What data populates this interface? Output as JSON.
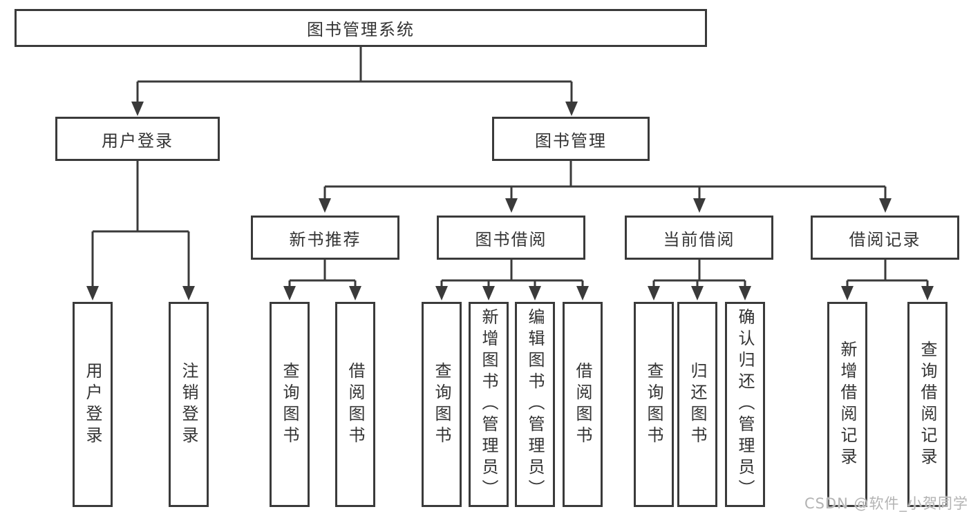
{
  "colors": {
    "background": "#ffffff",
    "line": "#3a3a3a",
    "box_border": "#3a3a3a",
    "text": "#333333",
    "watermark": "#b3b3b3"
  },
  "tree": {
    "root": {
      "label": "图书管理系统"
    },
    "branches": [
      {
        "label": "用户登录",
        "children": [
          {
            "label": "用户登录"
          },
          {
            "label": "注销登录"
          }
        ]
      },
      {
        "label": "图书管理",
        "children": [
          {
            "label": "新书推荐",
            "children": [
              {
                "label": "查询图书"
              },
              {
                "label": "借阅图书"
              }
            ]
          },
          {
            "label": "图书借阅",
            "children": [
              {
                "label": "查询图书"
              },
              {
                "label": "新增图书（管理员）"
              },
              {
                "label": "编辑图书（管理员）"
              },
              {
                "label": "借阅图书"
              }
            ]
          },
          {
            "label": "当前借阅",
            "children": [
              {
                "label": "查询图书"
              },
              {
                "label": "归还图书"
              },
              {
                "label": "确认归还（管理员）"
              }
            ]
          },
          {
            "label": "借阅记录",
            "children": [
              {
                "label": "新增借阅记录"
              },
              {
                "label": "查询借阅记录"
              }
            ]
          }
        ]
      }
    ]
  },
  "watermark": {
    "text": "CSDN @软件_小贺同学"
  }
}
